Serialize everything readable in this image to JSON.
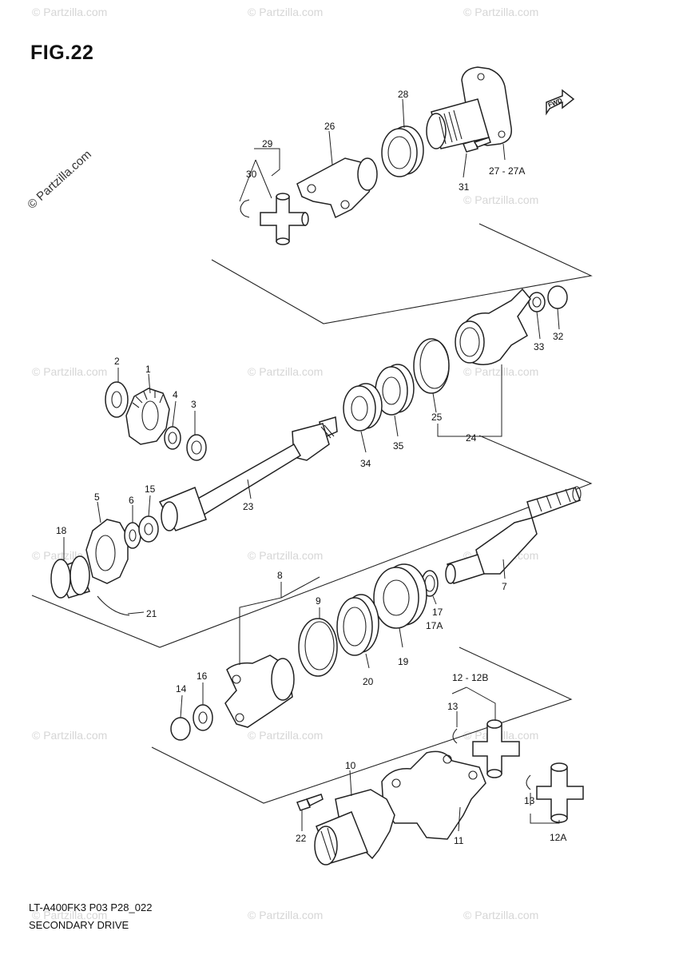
{
  "figure_title": "FIG.22",
  "watermark": "© Partzilla.com",
  "fwd_label": "FWD",
  "model_code": "LT-A400FK3 P03 P28_022",
  "section_name": "SECONDARY DRIVE",
  "part_labels": [
    "1",
    "2",
    "3",
    "4",
    "5",
    "6",
    "7",
    "8",
    "9",
    "10",
    "11",
    "12 - 12B",
    "12A",
    "13",
    "13",
    "14",
    "15",
    "16",
    "17",
    "17A",
    "18",
    "19",
    "20",
    "21",
    "22",
    "23",
    "24",
    "25",
    "26",
    "27 - 27A",
    "28",
    "29",
    "30",
    "31",
    "32",
    "33",
    "34",
    "35"
  ]
}
